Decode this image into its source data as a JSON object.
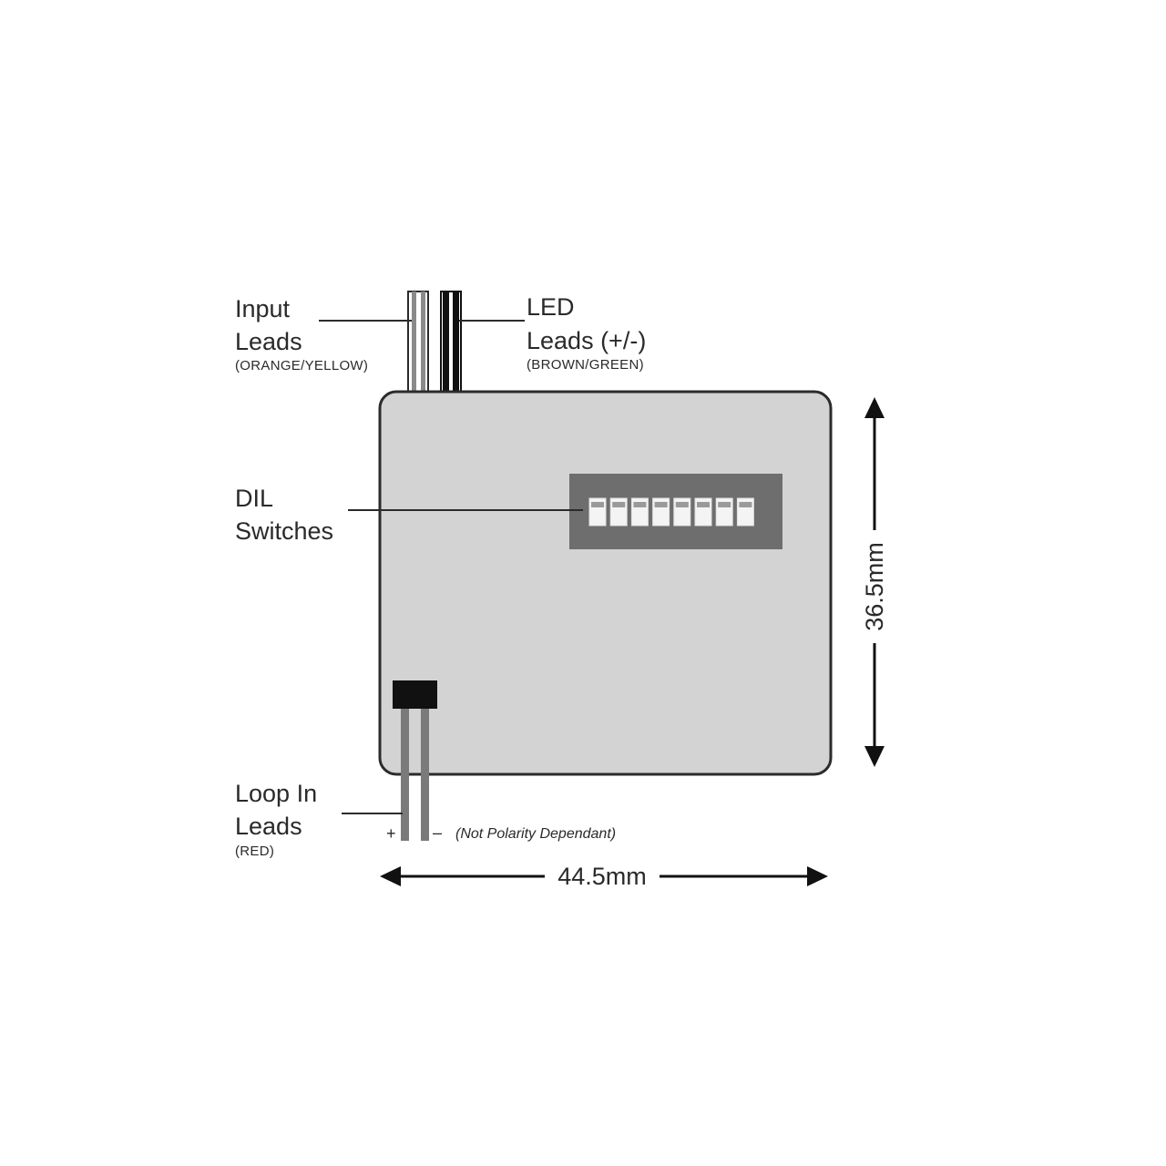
{
  "labels": {
    "input_leads": {
      "line1": "Input",
      "line2": "Leads",
      "sub": "(ORANGE/YELLOW)"
    },
    "led_leads": {
      "line1": "LED",
      "line2": "Leads (+/-)",
      "sub": "(BROWN/GREEN)"
    },
    "dil_switches": {
      "line1": "DIL",
      "line2": "Switches"
    },
    "loop_in_leads": {
      "line1": "Loop In",
      "line2": "Leads",
      "sub": "(RED)"
    },
    "polarity": {
      "plus": "+",
      "minus": "–",
      "note": "(Not Polarity Dependant)"
    }
  },
  "dimensions": {
    "width": "44.5mm",
    "height": "36.5mm"
  },
  "dil_switch_count": 8,
  "colors": {
    "board": "#d3d3d3",
    "board_outline": "#2b2b2b",
    "switch_block": "#6e6e6e",
    "input_wire": "#8a8a8a",
    "led_wire": "#111111",
    "loop_wire": "#7a7a7a",
    "text": "#2a2a2a"
  }
}
